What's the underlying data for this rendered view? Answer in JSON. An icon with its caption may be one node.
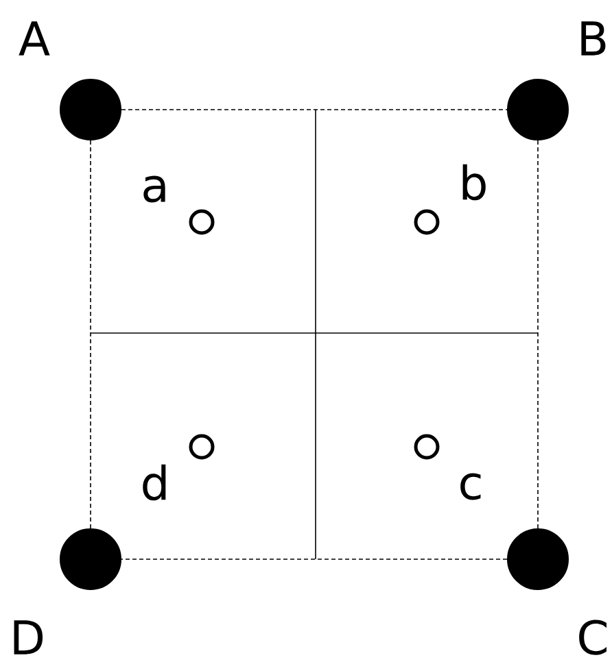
{
  "diagram": {
    "nodes": [
      {
        "text": [],
        "shape": "circle",
        "beside": [
          "A"
        ]
      },
      {
        "text": [],
        "shape": "circle",
        "beside": [
          "B"
        ]
      },
      {
        "text": [],
        "shape": "circle",
        "beside": [
          "C"
        ]
      },
      {
        "text": [],
        "shape": "circle",
        "beside": [
          "D"
        ]
      },
      {
        "text": [],
        "shape": "circle",
        "beside": [
          "a"
        ]
      },
      {
        "text": [],
        "shape": "circle",
        "beside": [
          "b"
        ]
      },
      {
        "text": [],
        "shape": "circle",
        "beside": [
          "c"
        ]
      },
      {
        "text": [],
        "shape": "circle",
        "beside": [
          "d"
        ]
      }
    ],
    "edges": [
      {
        "from": 0,
        "to": 1,
        "arrow": "none",
        "style": "dashed"
      },
      {
        "from": 1,
        "to": 2,
        "arrow": "none",
        "style": "dashed"
      },
      {
        "from": 2,
        "to": 3,
        "arrow": "none",
        "style": "dashed"
      },
      {
        "from": 3,
        "to": 0,
        "arrow": "none",
        "style": "dashed"
      }
    ]
  }
}
